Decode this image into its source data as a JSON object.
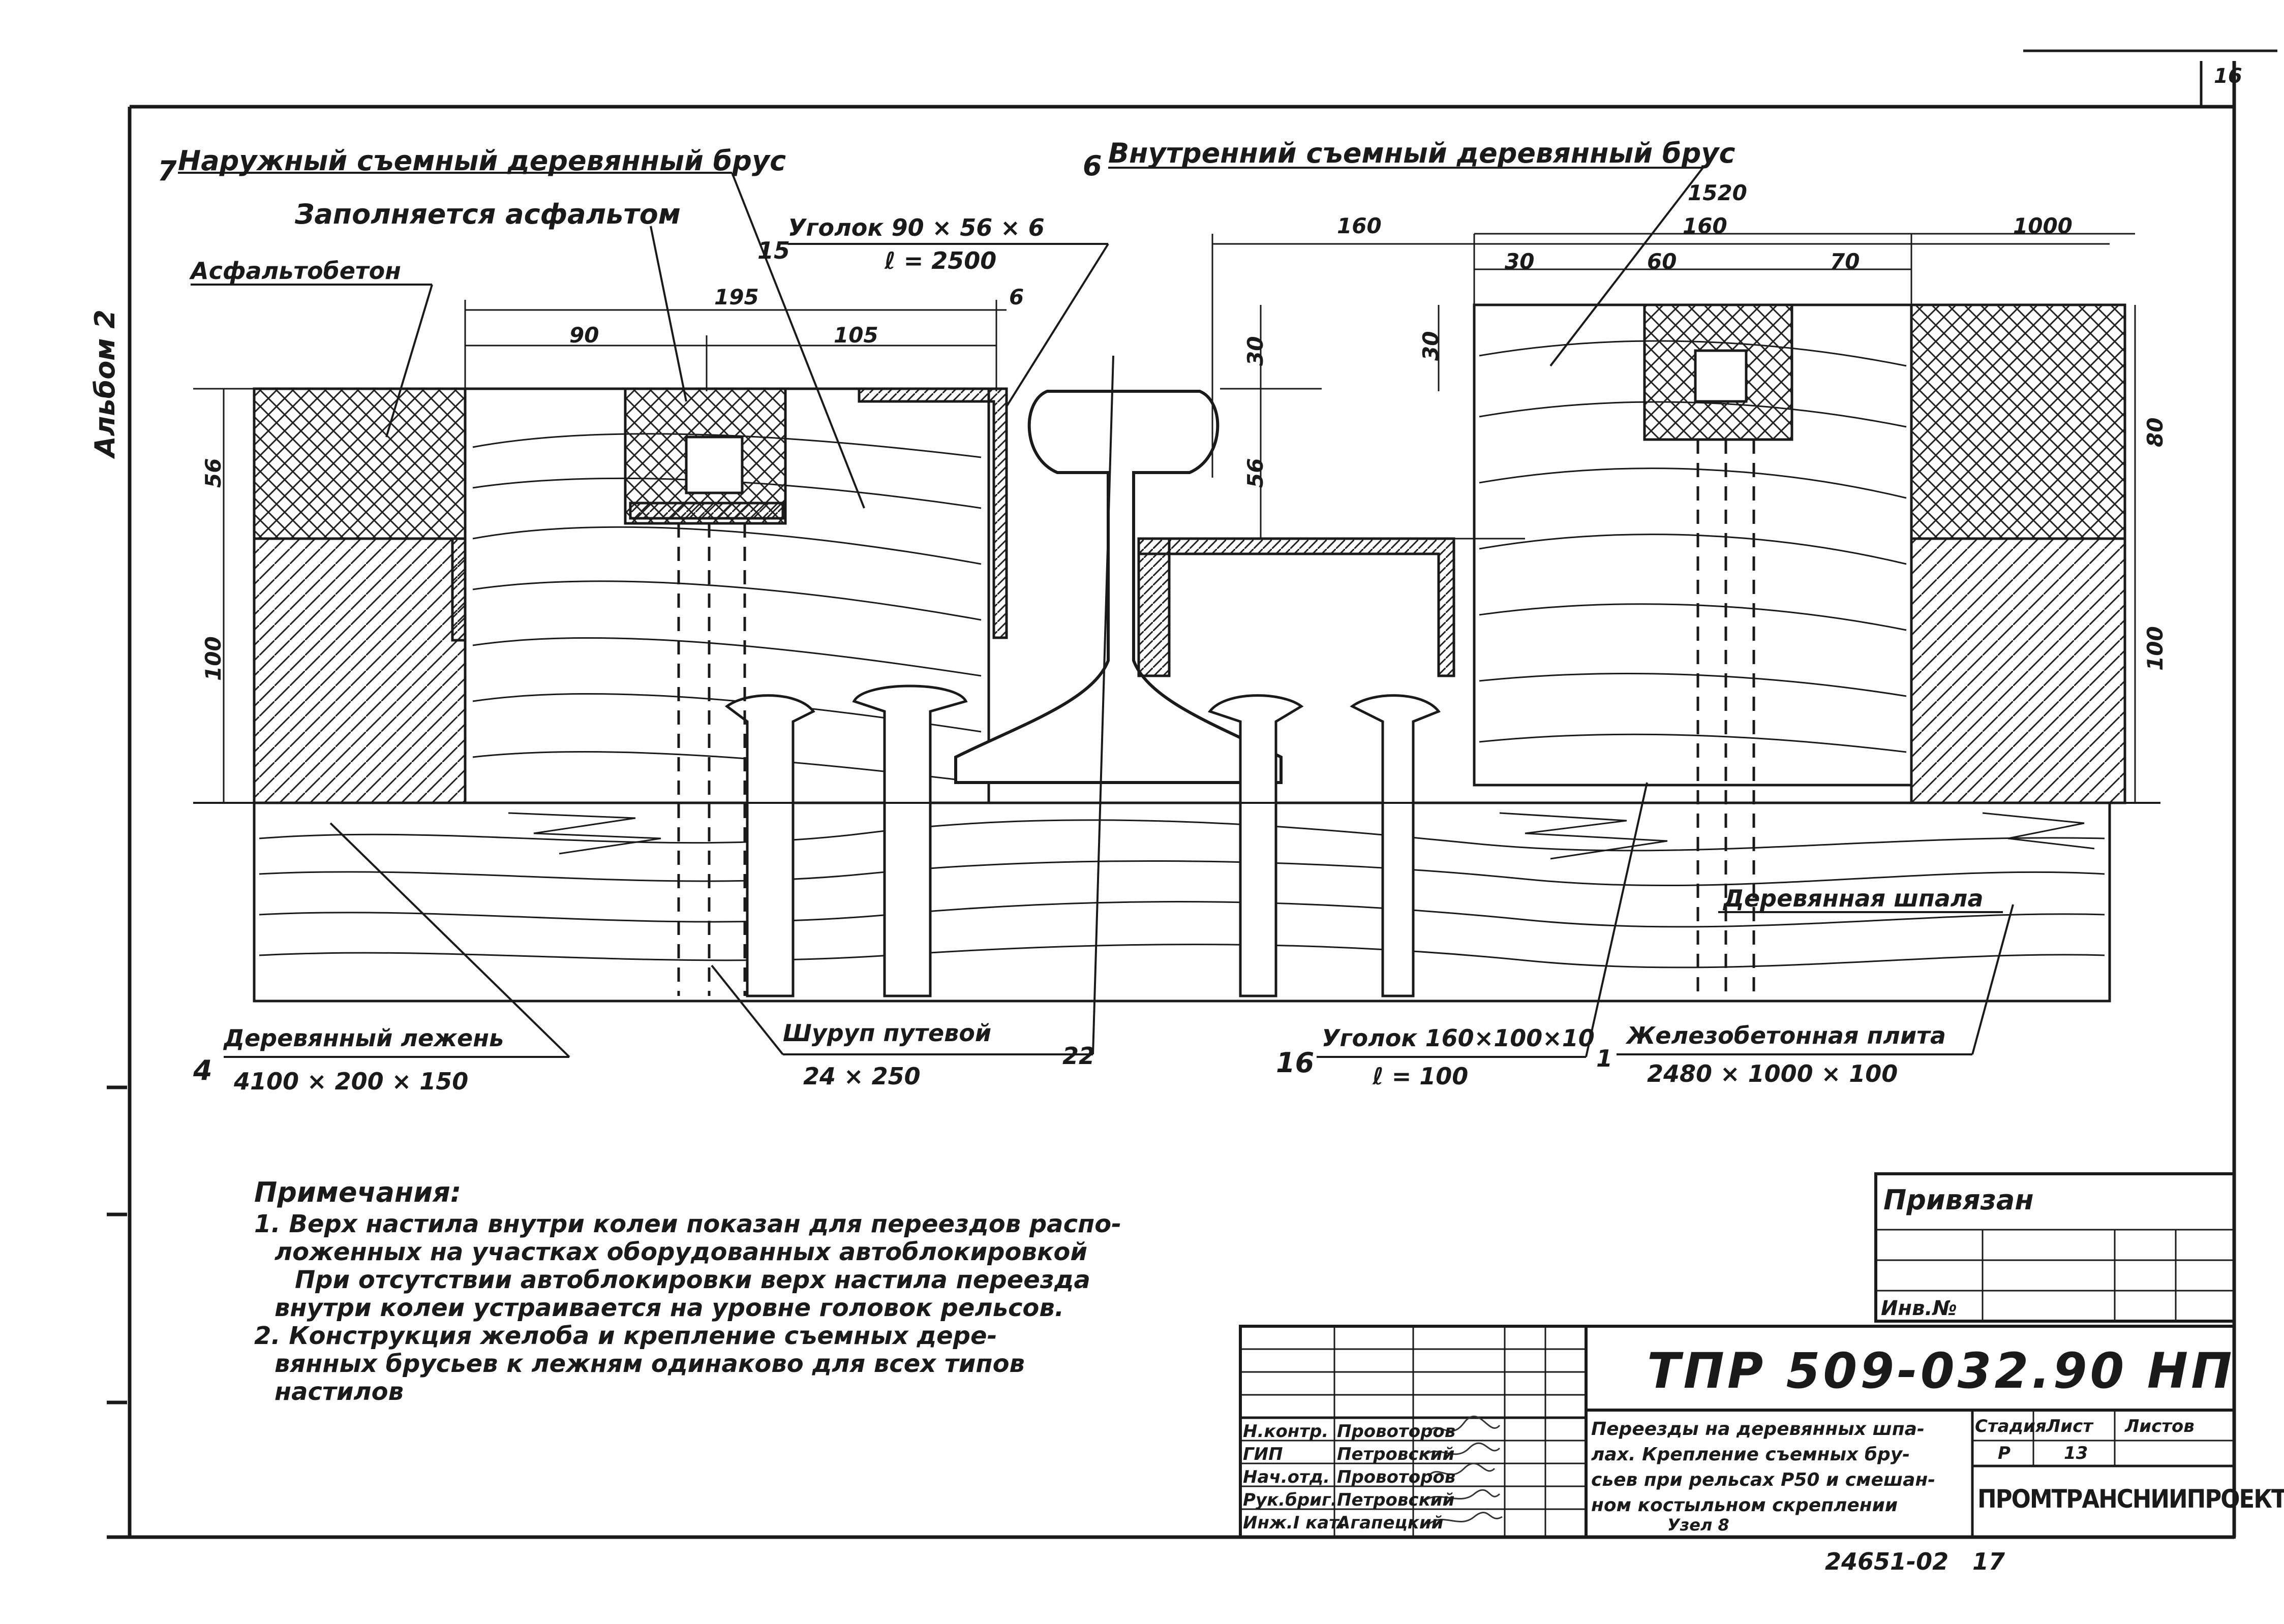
{
  "sheet_corner": "16",
  "album": "Альбом 2",
  "callouts": {
    "c7": {
      "num": "7",
      "text": "Наружный съемный деревянный брус"
    },
    "c6": {
      "num": "6",
      "text": "Внутренний съемный деревянный брус"
    },
    "asphalt_fill": "Заполняется асфальтом",
    "asphaltobeton": "Асфальтобетон",
    "c15": {
      "num": "15",
      "line1": "Уголок 90 × 56 × 6",
      "line2": "ℓ = 2500"
    },
    "c4": {
      "num": "4",
      "line1": "Деревянный лежень",
      "line2": "4100 × 200 × 150"
    },
    "c22": {
      "num": "22",
      "line1": "Шуруп путевой",
      "line2": "24 × 250"
    },
    "c16": {
      "num": "16",
      "line1": "Уголок 160×100×10",
      "line2": "ℓ = 100"
    },
    "c1": {
      "num": "1",
      "line1": "Железобетонная плита",
      "line2": "2480 × 1000 × 100"
    },
    "sleeper": "Деревянная шпала"
  },
  "dims": {
    "d195": "195",
    "d90": "90",
    "d105": "105",
    "d6": "6",
    "d1520": "1520",
    "d160a": "160",
    "d160b": "160",
    "d1000": "1000",
    "d30a": "30",
    "d60": "60",
    "d70": "70",
    "v56a": "56",
    "v100a": "100",
    "v30a": "30",
    "v56b": "56",
    "v30b": "30",
    "v80": "80",
    "v100b": "100"
  },
  "notes": {
    "title": "Примечания:",
    "lines": [
      "1. Верх настила внутри колеи показан для переездов распо-",
      "ложенных на участках оборудованных автоблокировкой",
      "При отсутствии автоблокировки верх настила переезда",
      "внутри колеи устраивается на уровне головок рельсов.",
      "2. Конструкция желоба и крепление съемных дере-",
      "вянных брусьев к лежням одинаково для всех типов",
      "настилов"
    ]
  },
  "title_block": {
    "privyazan": "Привязан",
    "inv_no": "Инв.№",
    "code": "ТПР 509-032.90 НП",
    "roles": [
      "Н.контр.",
      "ГИП",
      "Нач.отд.",
      "Рук.бриг.",
      "Инж.I кат."
    ],
    "names": [
      "Провоторов",
      "Петровский",
      "Провоторов",
      "Петровский",
      "Агапецкий"
    ],
    "description": [
      "Переезды на деревянных шпа-",
      "лах. Крепление съемных бру-",
      "сьев при рельсах Р50 и смешан-",
      "ном костыльном скреплении",
      "Узел 8"
    ],
    "stadia_label": "Стадия",
    "list_label": "Лист",
    "listov_label": "Листов",
    "stadia": "Р",
    "list": "13",
    "org": "ПРОМТРАНСНИИПРОЕКТ",
    "bottom_code": "24651-02",
    "bottom_num": "17"
  }
}
